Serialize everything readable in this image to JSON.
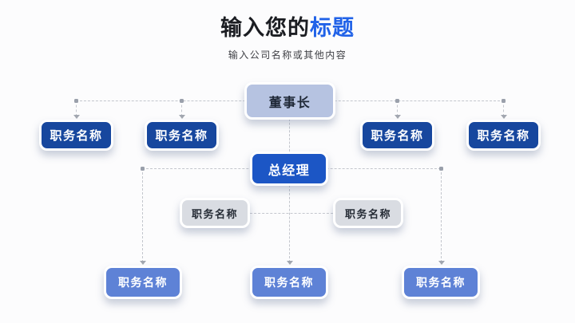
{
  "slide": {
    "title": {
      "prefix": "输入您的",
      "accent": "标题"
    },
    "subtitle": "输入公司名称或其他内容"
  },
  "org_chart": {
    "root": {
      "label": "董事长"
    },
    "manager": {
      "label": "总经理"
    },
    "level2": [
      {
        "label": "职务名称"
      },
      {
        "label": "职务名称"
      },
      {
        "label": "职务名称"
      },
      {
        "label": "职务名称"
      }
    ],
    "level3": [
      {
        "label": "职务名称"
      },
      {
        "label": "职务名称"
      }
    ],
    "level4": [
      {
        "label": "职务名称"
      },
      {
        "label": "职务名称"
      },
      {
        "label": "职务名称"
      }
    ]
  },
  "colors": {
    "title_accent": "#2062e8",
    "chairman_box": "#b6c3e1",
    "navy_box": "#17479e",
    "general_manager_box": "#1c56c5",
    "gray_box": "#d9dce2",
    "medium_blue_box": "#5e82d6",
    "connector": "#c3c6cd"
  }
}
